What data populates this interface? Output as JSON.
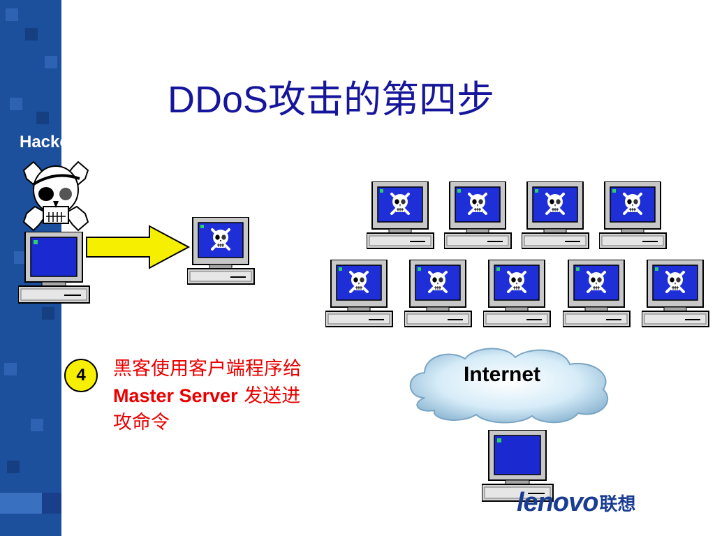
{
  "slide": {
    "title": "DDoS攻击的第四步",
    "hacker_label": "Hacker",
    "step": {
      "number": "4",
      "line1": "黑客使用客户端程序给",
      "line2_bold": "Master Server",
      "line2_rest": " 发送进",
      "line3": "攻命令"
    },
    "cloud_label": "Internet",
    "logo": {
      "latin": "lenovo",
      "cn": "联想"
    }
  },
  "colors": {
    "title": "#16169c",
    "step_text": "#e80000",
    "sidebar": "#1c4f9c",
    "arrow_fill": "#f6f000",
    "cloud_fill": "#c8e6f5"
  }
}
